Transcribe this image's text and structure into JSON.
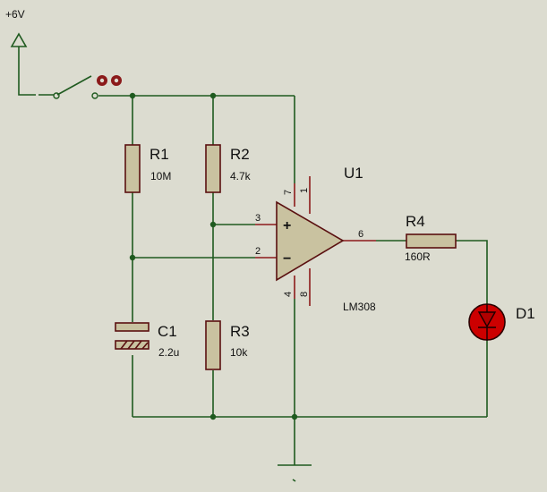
{
  "power": {
    "label": "+6V"
  },
  "switch": {
    "state": "closed",
    "indicator_color": "#8b1a1a"
  },
  "components": {
    "R1": {
      "ref": "R1",
      "value": "10M"
    },
    "R2": {
      "ref": "R2",
      "value": "4.7k"
    },
    "R3": {
      "ref": "R3",
      "value": "10k"
    },
    "R4": {
      "ref": "R4",
      "value": "160R"
    },
    "C1": {
      "ref": "C1",
      "value": "2.2u"
    },
    "U1": {
      "ref": "U1",
      "part": "LM308",
      "pin_plus": "3",
      "pin_minus": "2",
      "pin_out": "6",
      "pin_top_a": "7",
      "pin_top_b": "1",
      "pin_bot_a": "4",
      "pin_bot_b": "8",
      "plus_sign": "+",
      "minus_sign": "−"
    },
    "D1": {
      "ref": "D1",
      "color": "#cc0000"
    }
  },
  "colors": {
    "wire": "#1f5a1f",
    "body": "#c9c2a0",
    "outline": "#5a1010",
    "background": "#dcdcd0"
  }
}
